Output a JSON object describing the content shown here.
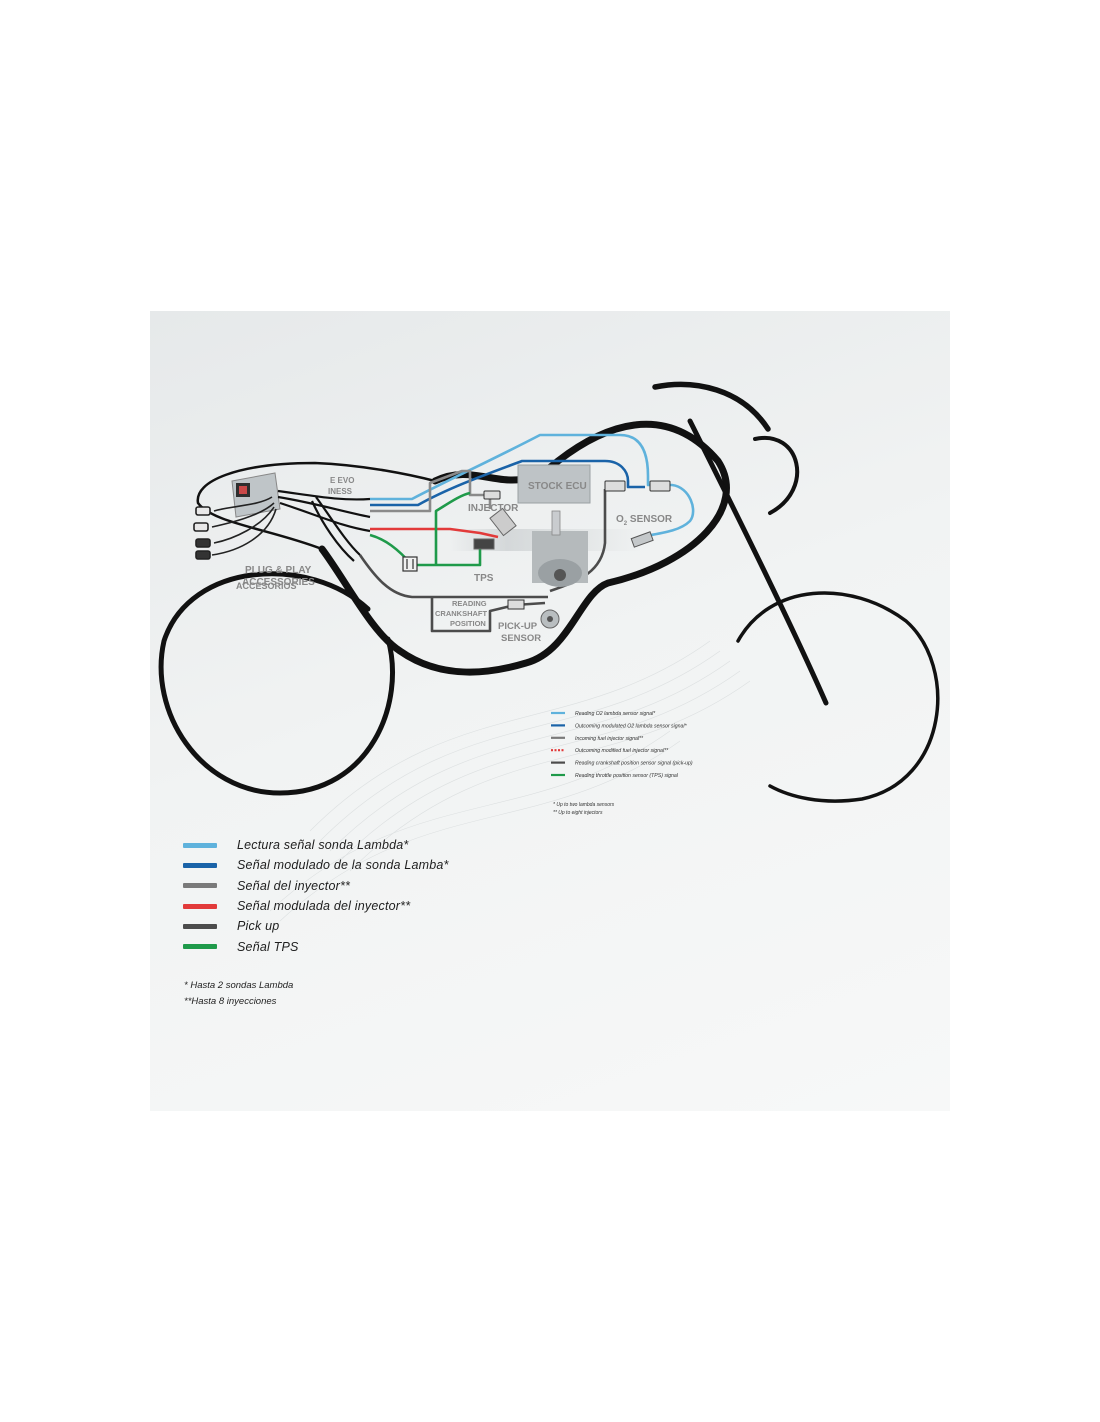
{
  "colors": {
    "light_blue": "#5fb2dc",
    "dark_blue": "#1a63a8",
    "grey": "#7a7a7a",
    "red": "#e23a3a",
    "dark_grey": "#4c4c4c",
    "green": "#1f9a4a",
    "outline": "#111111"
  },
  "diagram": {
    "module_text_1": "E EVO",
    "module_text_2": "INESS",
    "plug_play_1": "PLUG & PLAY",
    "plug_play_2": "ACCESSORIES",
    "plug_play_3": "ACCESORIOS",
    "stock_ecu": "STOCK ECU",
    "injector": "INJECTOR",
    "o2_prefix": "O",
    "o2_sub": "2",
    "o2_suffix": " SENSOR",
    "tps": "TPS",
    "reading_1": "READING",
    "reading_2": "CRANKSHAFT",
    "reading_3": "POSITION",
    "pickup_1": "PICK-UP",
    "pickup_2": "SENSOR"
  },
  "legend_en": [
    {
      "text": "Reading O2 lambda sensor signal*",
      "color": "#5fb2dc"
    },
    {
      "text": "Outcoming modulated O2 lambda sensor signal*",
      "color": "#1a63a8"
    },
    {
      "text": "Incoming fuel injector signal**",
      "color": "#7a7a7a"
    },
    {
      "text": "Outcoming modified fuel injector signal**",
      "color": "#e23a3a"
    },
    {
      "text": "Reading crankshaft position sensor signal (pick-up)",
      "color": "#4c4c4c"
    },
    {
      "text": "Reading throttle position sensor (TPS) signal",
      "color": "#1f9a4a"
    }
  ],
  "notes_en": [
    "* Up to two lambda sensors",
    "** Up to eight injectors"
  ],
  "legend_es": [
    {
      "text": "Lectura señal sonda Lambda*",
      "color": "#5fb2dc"
    },
    {
      "text": "Señal modulado de la sonda Lamba*",
      "color": "#1a63a8"
    },
    {
      "text": "Señal del inyector**",
      "color": "#7a7a7a"
    },
    {
      "text": "Señal modulada del inyector**",
      "color": "#e23a3a"
    },
    {
      "text": "Pick up",
      "color": "#4c4c4c"
    },
    {
      "text": "Señal TPS",
      "color": "#1f9a4a"
    }
  ],
  "notes_es": [
    "* Hasta 2 sondas Lambda",
    "**Hasta 8 inyecciones"
  ]
}
